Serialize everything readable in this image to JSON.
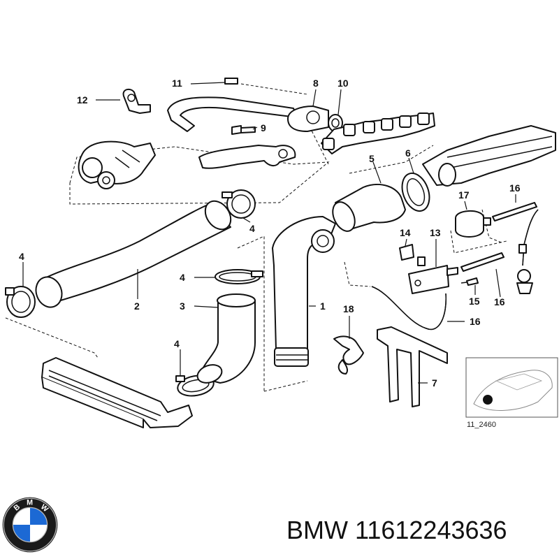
{
  "callouts": [
    {
      "id": "1",
      "text": "1"
    },
    {
      "id": "2",
      "text": "2"
    },
    {
      "id": "3",
      "text": "3"
    },
    {
      "id": "4a",
      "text": "4"
    },
    {
      "id": "4b",
      "text": "4"
    },
    {
      "id": "4c",
      "text": "4"
    },
    {
      "id": "4d",
      "text": "4"
    },
    {
      "id": "5",
      "text": "5"
    },
    {
      "id": "6",
      "text": "6"
    },
    {
      "id": "7",
      "text": "7"
    },
    {
      "id": "8",
      "text": "8"
    },
    {
      "id": "9",
      "text": "9"
    },
    {
      "id": "10",
      "text": "10"
    },
    {
      "id": "11",
      "text": "11"
    },
    {
      "id": "12",
      "text": "12"
    },
    {
      "id": "13",
      "text": "13"
    },
    {
      "id": "14",
      "text": "14"
    },
    {
      "id": "15",
      "text": "15"
    },
    {
      "id": "16a",
      "text": "16"
    },
    {
      "id": "16b",
      "text": "16"
    },
    {
      "id": "16c",
      "text": "16"
    },
    {
      "id": "17",
      "text": "17"
    },
    {
      "id": "18",
      "text": "18"
    }
  ],
  "inset": {
    "code": "11_2460"
  },
  "caption": {
    "brand": "BMW",
    "part_number": "11612243636"
  },
  "logo": {
    "lettering": "BMW",
    "colors": {
      "blue": "#1c69d4",
      "ring": "#1a1a1a",
      "white": "#ffffff"
    }
  }
}
